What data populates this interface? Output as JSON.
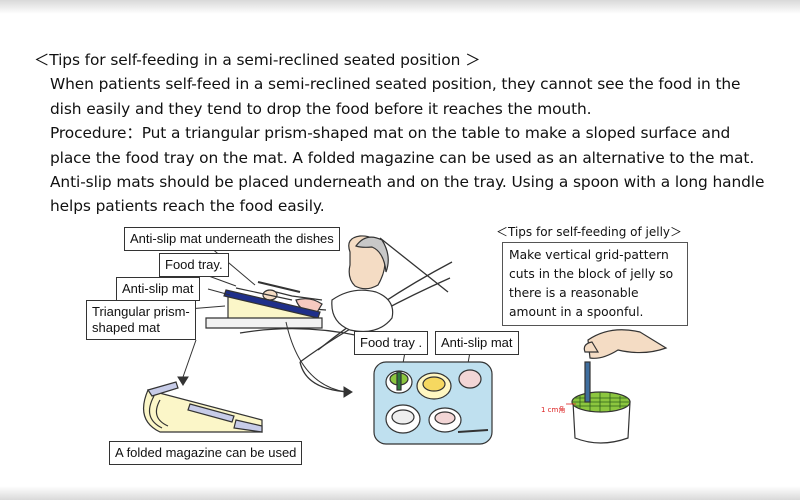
{
  "tips_heading": "＜Tips for self-feeding in a semi-reclined seated position ＞",
  "paragraph_1": "When patients self-feed in a semi-reclined seated position, they cannot see the food in the dish easily and they tend to drop the food before it reaches the mouth.",
  "paragraph_2": "Procedure：Put a triangular prism-shaped mat on the table to make a sloped surface and place the food tray on the mat. A folded magazine can be used as an alternative to the mat. Anti-slip mats should be placed underneath and on the tray. Using a spoon with a long handle helps patients reach the food easily.",
  "labels": {
    "anti_slip_underneath": "Anti-slip mat underneath the dishes",
    "food_tray": "Food tray.",
    "anti_slip_mat": "Anti-slip mat",
    "triangular_mat_1": "Triangular prism-",
    "triangular_mat_2": "shaped mat",
    "folded_magazine": "A folded magazine can be used",
    "food_tray_2": "Food tray .",
    "anti_slip_mat_2": "Anti-slip mat"
  },
  "jelly": {
    "title": "＜Tips for self-feeding of jelly＞",
    "text": "Make vertical grid-pattern cuts in the block of jelly so there is a reasonable amount in a spoonful.",
    "size_note": "1 cm角"
  },
  "colors": {
    "line": "#333333",
    "mat_navy": "#1f2f8a",
    "wedge_yellow": "#fbf6c8",
    "tray_blue": "#bfe0ef",
    "jelly_green": "#8cc63f",
    "spoon_blue": "#3f6e9e",
    "skin": "#f4dcc4"
  }
}
